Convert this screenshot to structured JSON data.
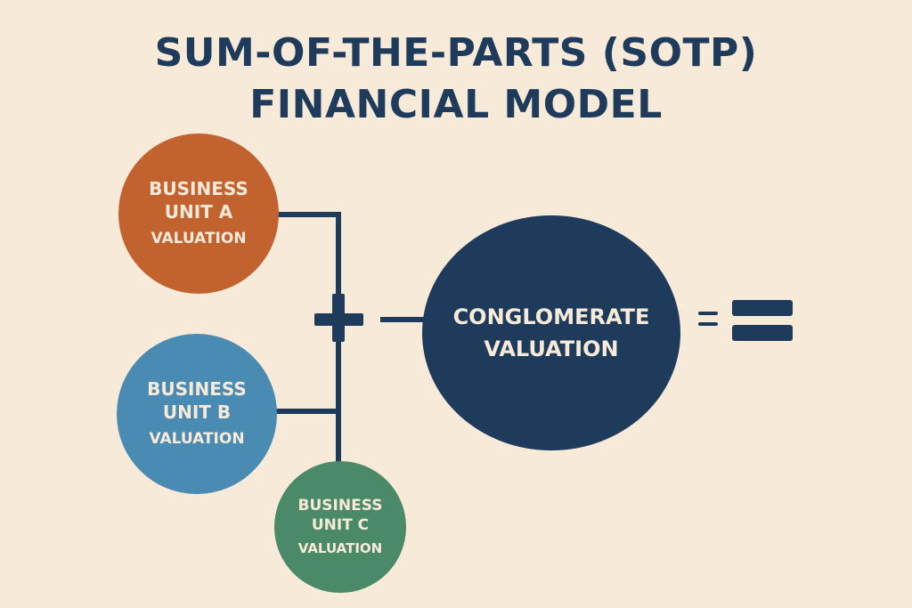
{
  "title": {
    "line1": "SUM-OF-THE-PARTS (SOTP)",
    "line2": "FINANCIAL MODEL"
  },
  "nodes": {
    "unit_a": {
      "line1": "BUSINESS",
      "line2": "UNIT A",
      "line3": "VALUATION",
      "color": "#c1622f"
    },
    "unit_b": {
      "line1": "BUSINESS",
      "line2": "UNIT B",
      "line3": "VALUATION",
      "color": "#4a8bb3"
    },
    "unit_c": {
      "line1": "BUSINESS",
      "line2": "UNIT C",
      "line3": "VALUATION",
      "color": "#4a8a68"
    },
    "conglomerate": {
      "line1": "CONGLOMERATE",
      "line2": "VALUATION",
      "color": "#1f3b5c"
    }
  },
  "colors": {
    "background": "#f7ead9",
    "ink": "#1f3b5c",
    "text_light": "#f7ead9"
  },
  "icons": {
    "plus": "plus-icon",
    "equals": "equals-icon"
  }
}
